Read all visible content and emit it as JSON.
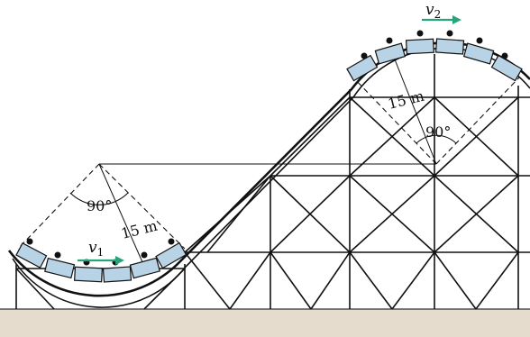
{
  "labels": {
    "v1_letter": "v",
    "v1_sub": "1",
    "v2_letter": "v",
    "v2_sub": "2",
    "radius_low": "15 m",
    "radius_high": "15 m",
    "angle_low": "90°",
    "angle_high": "90°"
  },
  "colors": {
    "car": "#b9d3e6",
    "arrow": "#2aa37a",
    "ground": "#e6dccd",
    "track": "#111111"
  }
}
